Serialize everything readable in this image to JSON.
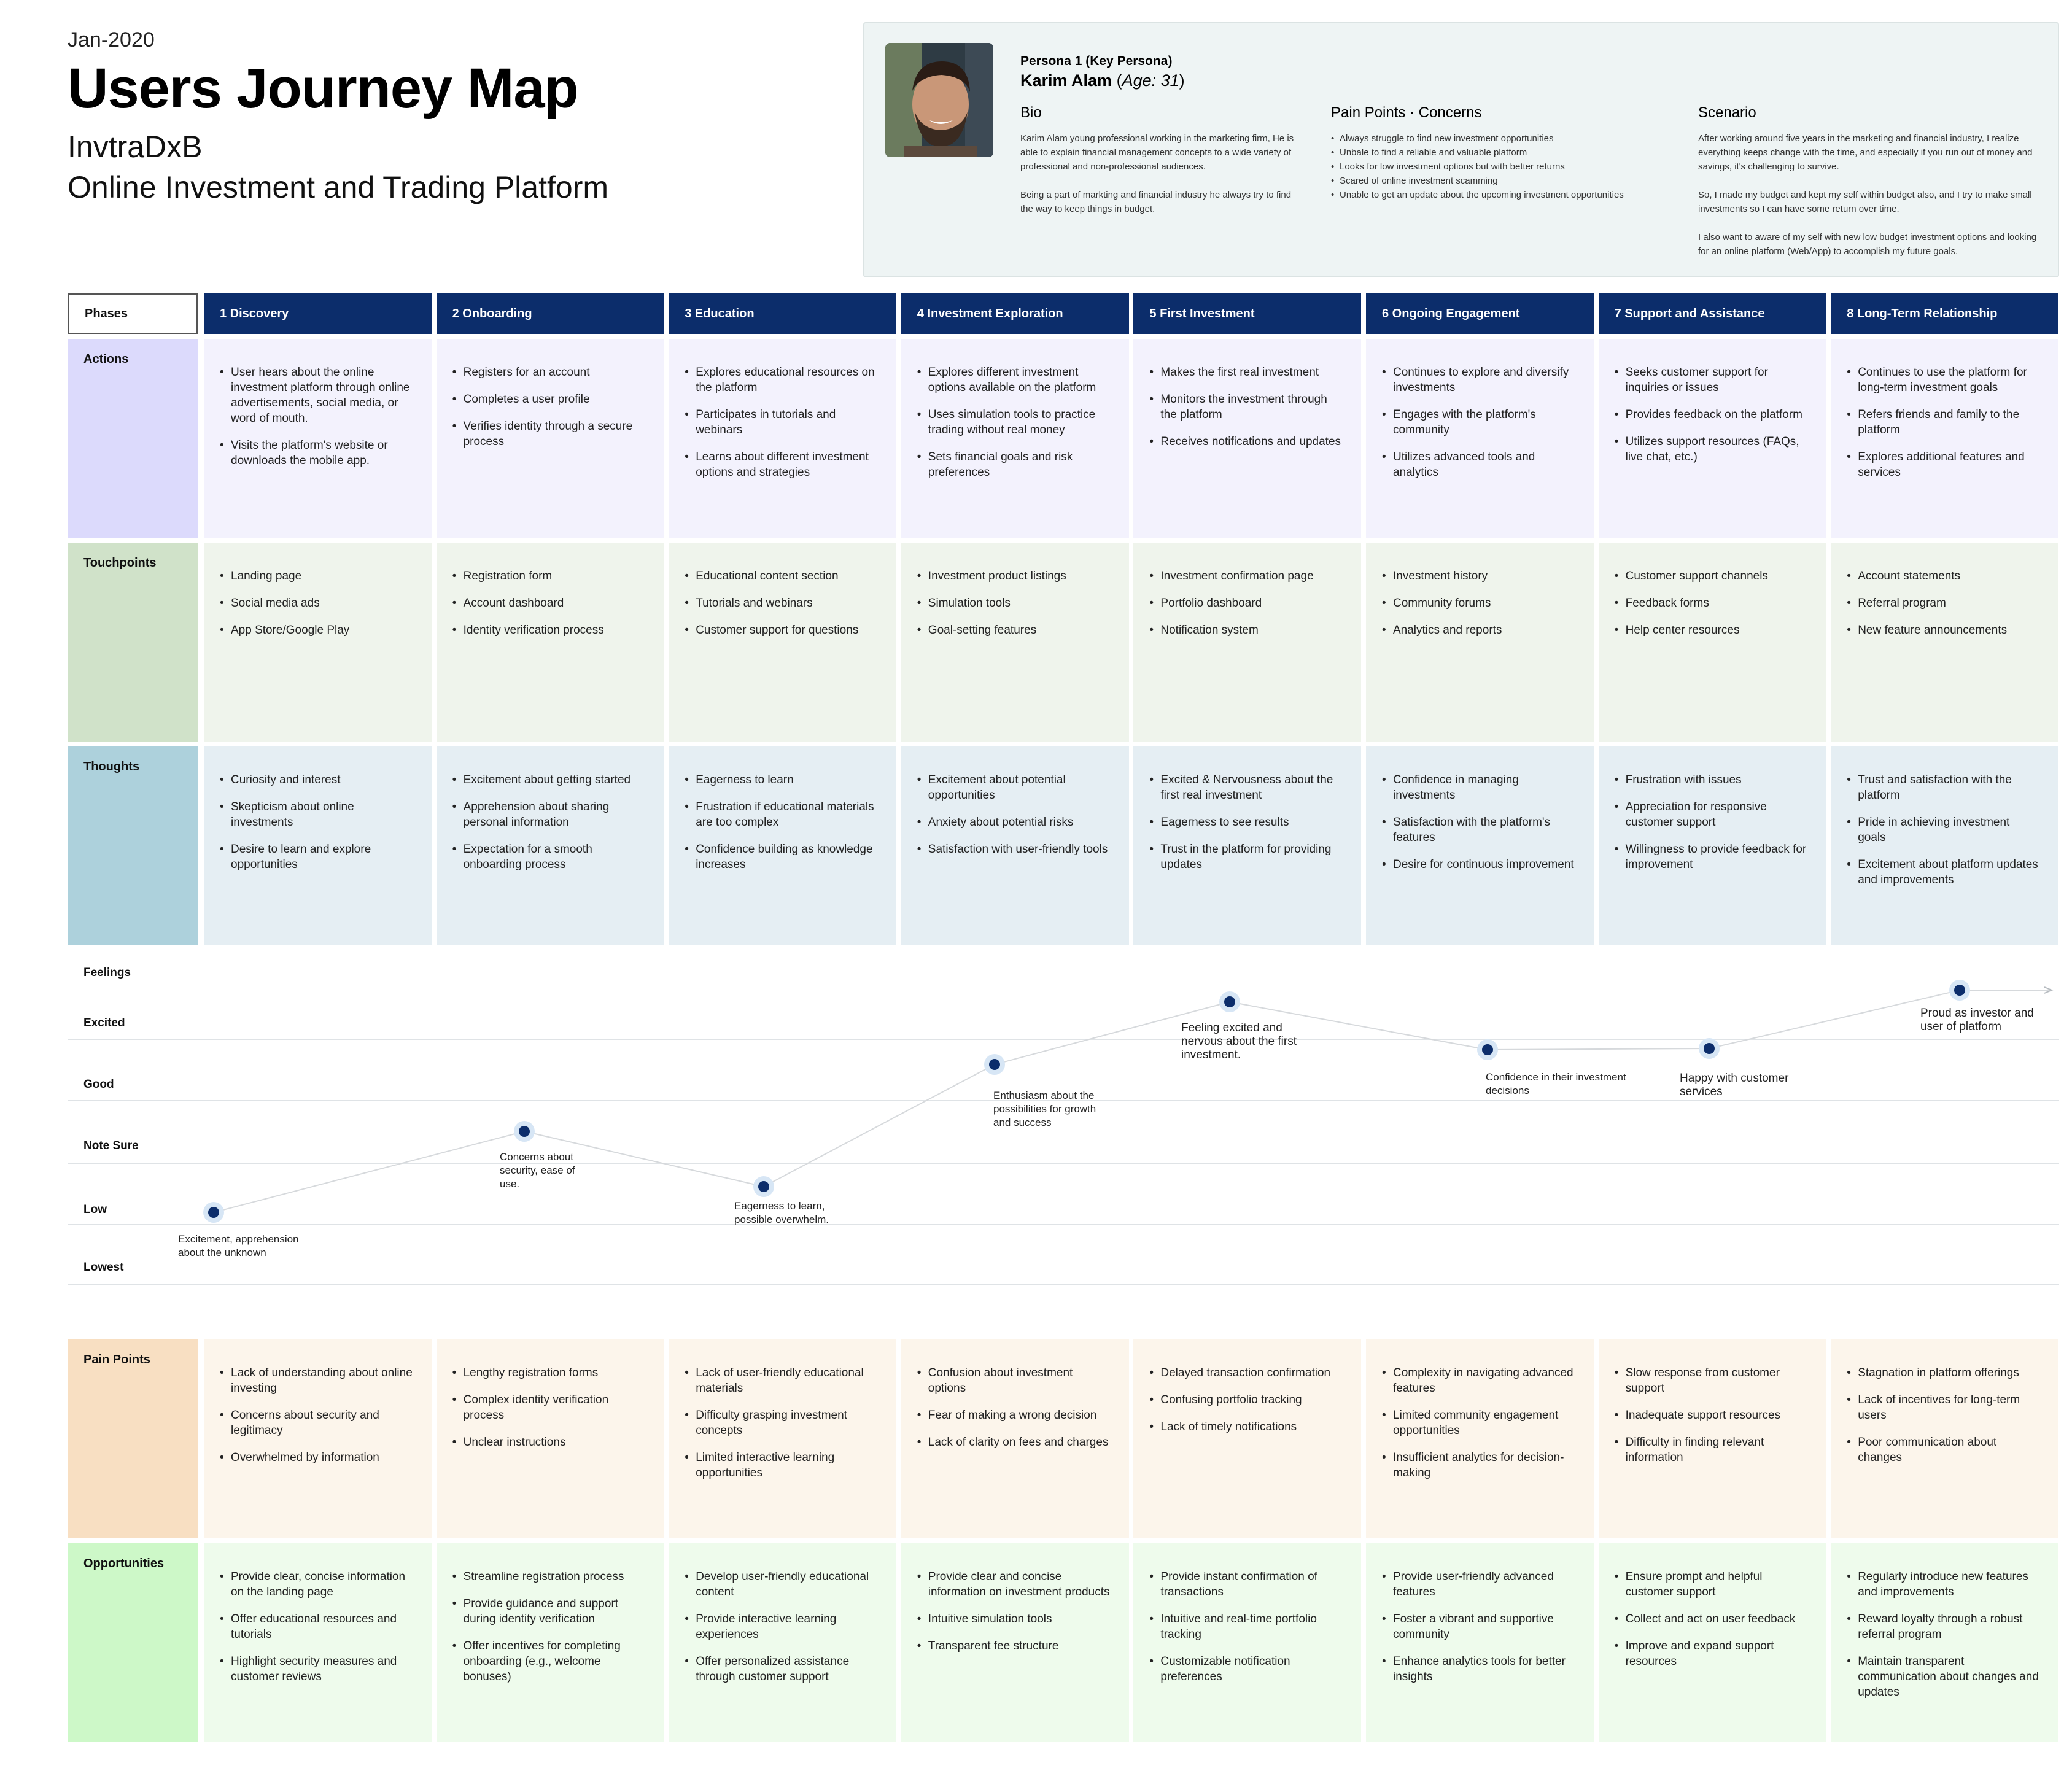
{
  "header": {
    "date": "Jan-2020",
    "title": "Users Journey Map",
    "company": "InvtraDxB",
    "subtitle": "Online Investment and Trading Platform"
  },
  "persona": {
    "kicker": "Persona 1 (Key Persona)",
    "name": "Karim Alam",
    "age": "Age: 31",
    "bio": {
      "title": "Bio",
      "p1": "Karim Alam young professional working in the marketing firm, He is able to explain financial management concepts to a wide variety of professional and non-professional audiences.",
      "p2": "Being a part of markting and financial industry he always try to find the way to keep things  in budget."
    },
    "pain": {
      "title": "Pain Points · Concerns",
      "items": [
        "Always struggle to find new investment opportunities",
        "Unbale to find a reliable and valuable platform",
        "Looks for low investment options but with better returns",
        "Scared of online investment scamming",
        "Unable to get an update about the upcoming investment opportunities"
      ]
    },
    "scenario": {
      "title": "Scenario",
      "p1": "After working around five years in the marketing and financial industry, I realize everything keeps change with the time, and especially if you run out of money and savings, it's challenging to survive.",
      "p2": "So, I made my budget and kept my self within budget also, and I try to make small investments so I can have some return over time.",
      "p3": "I also want to aware of my self with new low budget investment options and looking for an online platform (Web/App) to accomplish my future goals."
    }
  },
  "phases_label": "Phases",
  "phases": [
    "1 Discovery",
    "2 Onboarding",
    "3 Education",
    "4 Investment Exploration",
    "5 First Investment",
    "6 Ongoing Engagement",
    "7 Support and Assistance",
    "8 Long-Term Relationship"
  ],
  "rows": {
    "actions": {
      "label": "Actions",
      "color_label": "#dcdafc",
      "color_cell": "#f3f2fd",
      "cells": [
        [
          "User hears about the online investment platform through online advertisements, social media, or word of mouth.",
          "Visits the platform's website or downloads the mobile app."
        ],
        [
          "Registers for an account",
          "Completes a user profile",
          "Verifies identity through a secure process"
        ],
        [
          "Explores educational resources on the platform",
          "Participates in tutorials and webinars",
          "Learns about different investment options and strategies"
        ],
        [
          "Explores different investment options available on the platform",
          "Uses simulation tools to practice trading without real money",
          "Sets financial goals and risk preferences"
        ],
        [
          "Makes the first real investment",
          "Monitors the investment through the platform",
          "Receives notifications and updates"
        ],
        [
          "Continues to explore and diversify investments",
          "Engages with the platform's community",
          "Utilizes advanced tools and analytics"
        ],
        [
          "Seeks customer support for inquiries or issues",
          "Provides feedback on the platform",
          "Utilizes support resources (FAQs, live chat, etc.)"
        ],
        [
          "Continues to use the platform for long-term investment goals",
          "Refers friends and family to the platform",
          "Explores additional features and services"
        ]
      ]
    },
    "touchpoints": {
      "label": "Touchpoints",
      "color_label": "#d0e2c9",
      "color_cell": "#eff4ec",
      "cells": [
        [
          "Landing page",
          "Social media ads",
          "App Store/Google Play"
        ],
        [
          "Registration form",
          "Account dashboard",
          "Identity verification process"
        ],
        [
          "Educational content section",
          "Tutorials and webinars",
          "Customer support for questions"
        ],
        [
          "Investment product listings",
          "Simulation tools",
          "Goal-setting features"
        ],
        [
          "Investment confirmation page",
          "Portfolio dashboard",
          "Notification system"
        ],
        [
          "Investment history",
          "Community forums",
          "Analytics and reports"
        ],
        [
          "Customer support channels",
          "Feedback forms",
          "Help center resources"
        ],
        [
          "Account statements",
          "Referral program",
          "New feature announcements"
        ]
      ]
    },
    "thoughts": {
      "label": "Thoughts",
      "color_label": "#add1dc",
      "color_cell": "#e5eef3",
      "cells": [
        [
          "Curiosity and interest",
          "Skepticism about online investments",
          "Desire to learn and explore opportunities"
        ],
        [
          "Excitement about getting started",
          "Apprehension about sharing personal information",
          "Expectation for a smooth onboarding process"
        ],
        [
          "Eagerness to learn",
          "Frustration if educational materials are too complex",
          "Confidence building as knowledge increases"
        ],
        [
          "Excitement about potential opportunities",
          "Anxiety about potential risks",
          "Satisfaction with user-friendly tools"
        ],
        [
          "Excited & Nervousness about the first real investment",
          "Eagerness to see results",
          "Trust in the platform for providing updates"
        ],
        [
          "Confidence in managing investments",
          "Satisfaction with the platform's features",
          "Desire for continuous improvement"
        ],
        [
          "Frustration with issues",
          "Appreciation for responsive customer support",
          "Willingness to provide feedback for improvement"
        ],
        [
          "Trust and satisfaction with the platform",
          "Pride in achieving investment goals",
          "Excitement about platform updates and improvements"
        ]
      ]
    },
    "pain_points": {
      "label": "Pain Points",
      "color_label": "#f8dfc2",
      "color_cell": "#fcf5eb",
      "cells": [
        [
          "Lack of understanding about online investing",
          "Concerns about security and legitimacy",
          "Overwhelmed by information"
        ],
        [
          "Lengthy registration forms",
          "Complex identity verification process",
          "Unclear instructions"
        ],
        [
          "Lack of user-friendly educational materials",
          "Difficulty grasping investment concepts",
          "Limited interactive learning opportunities"
        ],
        [
          "Confusion about investment options",
          "Fear of making a wrong decision",
          "Lack of clarity on fees and charges"
        ],
        [
          "Delayed transaction confirmation",
          "Confusing portfolio tracking",
          "Lack of timely notifications"
        ],
        [
          "Complexity in navigating advanced features",
          "Limited community engagement opportunities",
          "Insufficient analytics for decision-making"
        ],
        [
          "Slow response from customer support",
          "Inadequate support resources",
          "Difficulty in finding relevant information"
        ],
        [
          "Stagnation in platform offerings",
          "Lack of incentives for long-term users",
          "Poor communication about changes"
        ]
      ]
    },
    "opportunities": {
      "label": "Opportunities",
      "color_label": "#cdf8c8",
      "color_cell": "#eefbec",
      "cells": [
        [
          "Provide clear, concise information on the landing page",
          "Offer educational resources and tutorials",
          "Highlight security measures and customer reviews"
        ],
        [
          "Streamline registration process",
          "Provide guidance and support during identity verification",
          "Offer incentives for completing onboarding (e.g., welcome bonuses)"
        ],
        [
          "Develop user-friendly educational content",
          "Provide interactive learning experiences",
          "Offer personalized assistance through customer support"
        ],
        [
          "Provide clear and concise information on investment products",
          "Intuitive simulation tools",
          "Transparent fee structure"
        ],
        [
          "Provide instant confirmation of transactions",
          "Intuitive and real-time portfolio tracking",
          "Customizable notification preferences"
        ],
        [
          "Provide user-friendly advanced features",
          "Foster a vibrant and supportive community",
          "Enhance analytics tools for better insights"
        ],
        [
          "Ensure prompt and helpful customer support",
          "Collect and act on user feedback",
          "Improve and expand support resources"
        ],
        [
          "Regularly introduce new features and improvements",
          "Reward loyalty through a robust referral program",
          "Maintain transparent communication about changes and updates"
        ]
      ]
    }
  },
  "feelings": {
    "label": "Feelings",
    "levels": [
      "Excited",
      "Good",
      "Note Sure",
      "Low",
      "Lowest"
    ],
    "line_color": "#d6d9dc",
    "dot_color": "#0c2d6b",
    "halo_color": "#d7e6f5",
    "notes": [
      "Excitement, apprehension about the unknown",
      "Concerns about security, ease of use.",
      "Eagerness to learn, possible overwhelm.",
      "Enthusiasm about the possibilities for growth and success",
      "Feeling excited and nervous about the first investment.",
      "Confidence in their investment decisions",
      "Happy with customer services",
      "Proud as investor and user of platform"
    ]
  }
}
